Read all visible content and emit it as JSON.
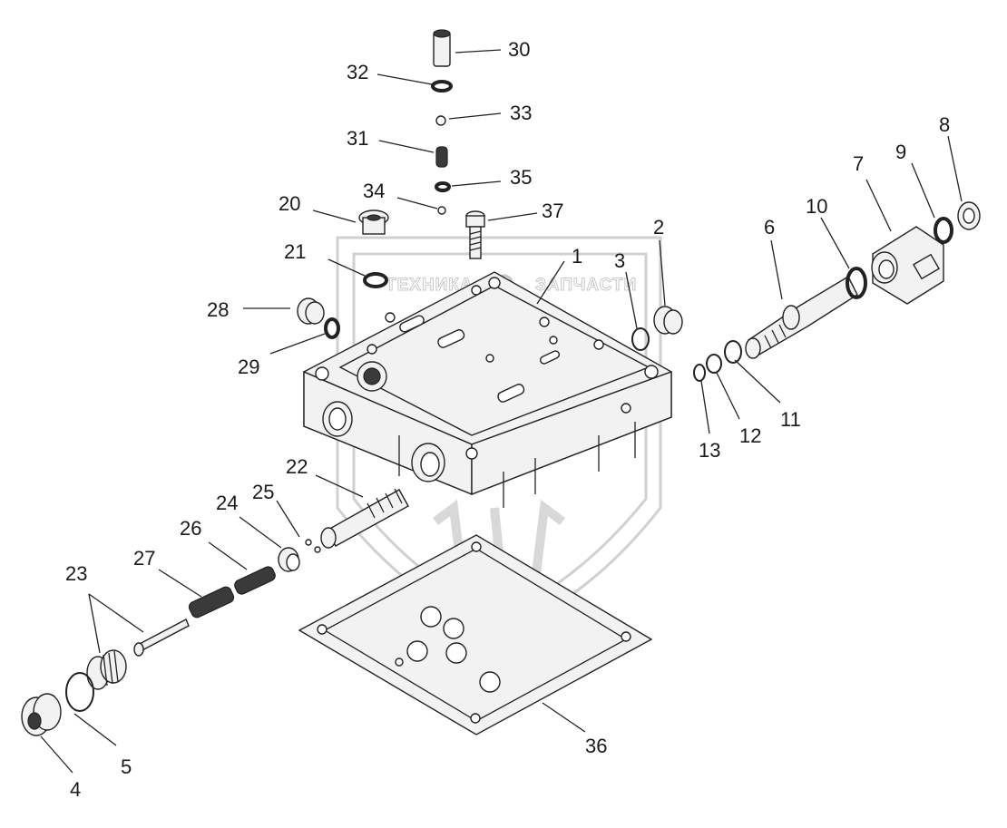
{
  "watermark": {
    "left_text": "ТЕХНИКА",
    "right_text": "ЗАПЧАСТИ",
    "gear_icon": "gear-icon"
  },
  "callouts": [
    {
      "id": "1",
      "label": "1"
    },
    {
      "id": "2",
      "label": "2"
    },
    {
      "id": "3",
      "label": "3"
    },
    {
      "id": "4",
      "label": "4"
    },
    {
      "id": "5",
      "label": "5"
    },
    {
      "id": "6",
      "label": "6"
    },
    {
      "id": "7",
      "label": "7"
    },
    {
      "id": "8",
      "label": "8"
    },
    {
      "id": "9",
      "label": "9"
    },
    {
      "id": "10",
      "label": "10"
    },
    {
      "id": "11",
      "label": "11"
    },
    {
      "id": "12",
      "label": "12"
    },
    {
      "id": "13",
      "label": "13"
    },
    {
      "id": "20",
      "label": "20"
    },
    {
      "id": "21",
      "label": "21"
    },
    {
      "id": "22",
      "label": "22"
    },
    {
      "id": "23",
      "label": "23"
    },
    {
      "id": "24",
      "label": "24"
    },
    {
      "id": "25",
      "label": "25"
    },
    {
      "id": "26",
      "label": "26"
    },
    {
      "id": "27",
      "label": "27"
    },
    {
      "id": "28",
      "label": "28"
    },
    {
      "id": "29",
      "label": "29"
    },
    {
      "id": "30",
      "label": "30"
    },
    {
      "id": "31",
      "label": "31"
    },
    {
      "id": "32",
      "label": "32"
    },
    {
      "id": "33",
      "label": "33"
    },
    {
      "id": "34",
      "label": "34"
    },
    {
      "id": "35",
      "label": "35"
    },
    {
      "id": "36",
      "label": "36"
    },
    {
      "id": "37",
      "label": "37"
    }
  ]
}
